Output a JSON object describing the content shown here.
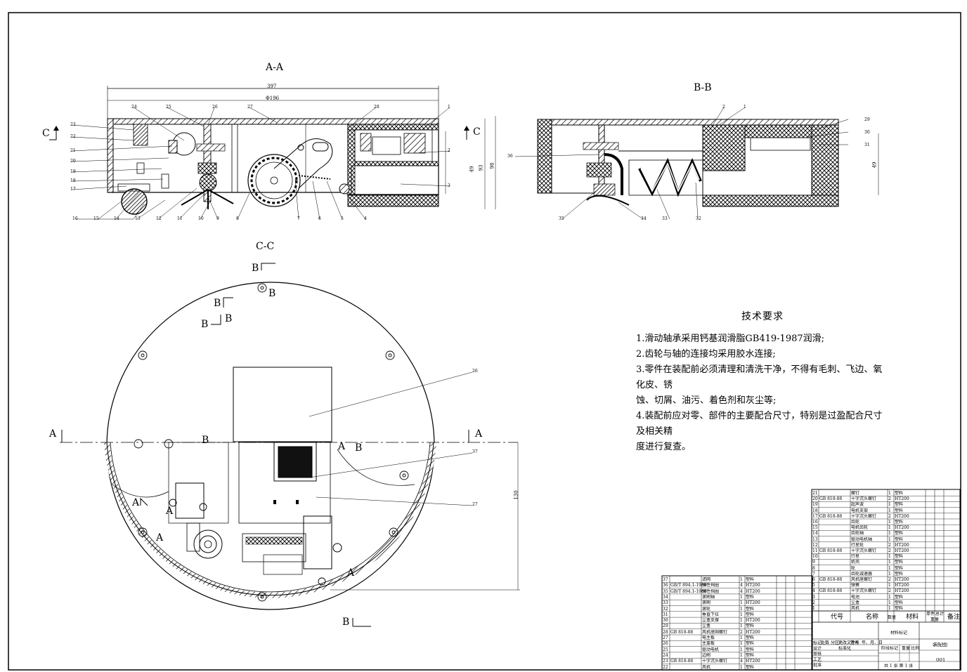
{
  "views": {
    "aa_title": "A-A",
    "bb_title": "B-B",
    "cc_title": "C-C"
  },
  "section_letters": {
    "a": "A",
    "b": "B",
    "c": "C"
  },
  "dimensions": {
    "aa_overall": "397",
    "aa_phi": "Φ196",
    "aa_h1": "49",
    "aa_h2": "93",
    "aa_h3": "98",
    "bb_h": "49",
    "cc_v": "130"
  },
  "aa_callouts_bottom": [
    "16",
    "15",
    "14",
    "13",
    "12",
    "11",
    "10",
    "9",
    "8",
    "7",
    "6",
    "5",
    "4"
  ],
  "aa_callouts_left": [
    "23",
    "22",
    "21",
    "20",
    "19",
    "18",
    "17"
  ],
  "aa_callouts_top": [
    "24",
    "25",
    "26",
    "27",
    "28",
    "1"
  ],
  "aa_callouts_right": [
    "2",
    "3"
  ],
  "bb_callouts": [
    "36",
    "35",
    "34",
    "33",
    "32",
    "29",
    "30",
    "31",
    "2",
    "1"
  ],
  "cc_callouts": [
    "26",
    "37",
    "27"
  ],
  "tech_requirements": {
    "title": "技术要求",
    "lines": [
      "1.滑动轴承采用钙基润滑脂GB419-1987润滑;",
      "2.齿轮与轴的连接均采用胶水连接;",
      "3.零件在装配前必须清理和清洗干净，不得有毛刺、飞边、氧化皮、锈",
      "蚀、切屑、油污、着色剂和灰尘等;",
      "4.装配前应对零、部件的主要配合尺寸，特别是过盈配合尺寸及相关精",
      "度进行复查。"
    ]
  },
  "title_block": {
    "col_code": "代号",
    "col_name": "名称",
    "col_qty": "数量",
    "col_material": "材料",
    "col_note": "备注",
    "col_single": "单件",
    "col_total": "总计",
    "col_weight": "重量",
    "material_mark": "材料标记",
    "drawing_name": "装配图",
    "drawing_no": "001",
    "sheet_info": "共 1 张  第 1 张",
    "rows_labels": [
      "标记",
      "处数",
      "分区",
      "更改文件号",
      "签名",
      "年、月、日",
      "设计",
      "标准化",
      "阶段标记",
      "重量",
      "比例",
      "审核",
      "工艺",
      "批准"
    ]
  },
  "parts_right": [
    {
      "no": "21",
      "code": "",
      "name": "螺钉",
      "qty": "1",
      "mat": "塑料"
    },
    {
      "no": "20",
      "code": "GB 818-88",
      "name": "十字沉头螺钉",
      "qty": "2",
      "mat": "HT200"
    },
    {
      "no": "19",
      "code": "",
      "name": "超声波",
      "qty": "1",
      "mat": "塑料"
    },
    {
      "no": "18",
      "code": "",
      "name": "电机支架",
      "qty": "1",
      "mat": "塑料"
    },
    {
      "no": "17",
      "code": "GB 818-88",
      "name": "十字沉头螺钉",
      "qty": "2",
      "mat": "HT200"
    },
    {
      "no": "16",
      "code": "",
      "name": "齿轮",
      "qty": "1",
      "mat": "塑料"
    },
    {
      "no": "15",
      "code": "",
      "name": "电机齿轮",
      "qty": "1",
      "mat": "HT200"
    },
    {
      "no": "14",
      "code": "",
      "name": "齿轮轴",
      "qty": "1",
      "mat": "塑料"
    },
    {
      "no": "13",
      "code": "",
      "name": "驱动电机轴",
      "qty": "1",
      "mat": "塑料"
    },
    {
      "no": "12",
      "code": "",
      "name": "行星轮",
      "qty": "2",
      "mat": "HT200"
    },
    {
      "no": "11",
      "code": "GB 818-88",
      "name": "十字沉头螺钉",
      "qty": "2",
      "mat": "HT200"
    },
    {
      "no": "10",
      "code": "",
      "name": "行星",
      "qty": "1",
      "mat": "塑料"
    },
    {
      "no": "9",
      "code": "",
      "name": "机壳",
      "qty": "1",
      "mat": "塑料"
    },
    {
      "no": "8",
      "code": "",
      "name": "轮",
      "qty": "1",
      "mat": "塑料"
    },
    {
      "no": "7",
      "code": "",
      "name": "齿轮减速器",
      "qty": "1",
      "mat": "塑料"
    },
    {
      "no": "6",
      "code": "GB 818-88",
      "name": "风机座螺钉",
      "qty": "2",
      "mat": "HT200"
    },
    {
      "no": "5",
      "code": "",
      "name": "弹簧",
      "qty": "1",
      "mat": "HT200"
    },
    {
      "no": "4",
      "code": "GB 818-88",
      "name": "十字沉头螺钉",
      "qty": "2",
      "mat": "HT200"
    },
    {
      "no": "3",
      "code": "",
      "name": "电池",
      "qty": "1",
      "mat": "塑料"
    },
    {
      "no": "2",
      "code": "",
      "name": "尘盒",
      "qty": "1",
      "mat": "塑料"
    },
    {
      "no": "1",
      "code": "",
      "name": "风机",
      "qty": "1",
      "mat": "塑料"
    }
  ],
  "parts_left": [
    {
      "no": "37",
      "code": "",
      "name": "滤网",
      "qty": "1",
      "mat": "塑料"
    },
    {
      "no": "36",
      "code": "GB/T 894.1-1986",
      "name": "弹性挡圈",
      "qty": "4",
      "mat": "HT200"
    },
    {
      "no": "35",
      "code": "GB/T 894.1-1986",
      "name": "弹性挡圈",
      "qty": "4",
      "mat": "HT200"
    },
    {
      "no": "34",
      "code": "",
      "name": "滚刷轴",
      "qty": "1",
      "mat": "塑料"
    },
    {
      "no": "33",
      "code": "",
      "name": "滚刷",
      "qty": "1",
      "mat": "HT200"
    },
    {
      "no": "32",
      "code": "",
      "name": "滚轮",
      "qty": "1",
      "mat": "塑料"
    },
    {
      "no": "31",
      "code": "",
      "name": "垂直下拉",
      "qty": "1",
      "mat": "塑料"
    },
    {
      "no": "30",
      "code": "",
      "name": "尘盒支撑",
      "qty": "1",
      "mat": "HT200"
    },
    {
      "no": "29",
      "code": "",
      "name": "尘盒",
      "qty": "1",
      "mat": "塑料"
    },
    {
      "no": "28",
      "code": "GB 818-88",
      "name": "风机座固螺钉",
      "qty": "2",
      "mat": "HT200"
    },
    {
      "no": "27",
      "code": "",
      "name": "电主板",
      "qty": "1",
      "mat": "塑料"
    },
    {
      "no": "26",
      "code": "",
      "name": "主盖板",
      "qty": "1",
      "mat": "塑料"
    },
    {
      "no": "25",
      "code": "",
      "name": "驱动电机",
      "qty": "1",
      "mat": "塑料"
    },
    {
      "no": "24",
      "code": "",
      "name": "边刷",
      "qty": "1",
      "mat": "塑料"
    },
    {
      "no": "23",
      "code": "GB 818-88",
      "name": "十字沉头螺钉",
      "qty": "4",
      "mat": "HT200"
    },
    {
      "no": "22",
      "code": "",
      "name": "风机",
      "qty": "1",
      "mat": "塑料"
    }
  ]
}
